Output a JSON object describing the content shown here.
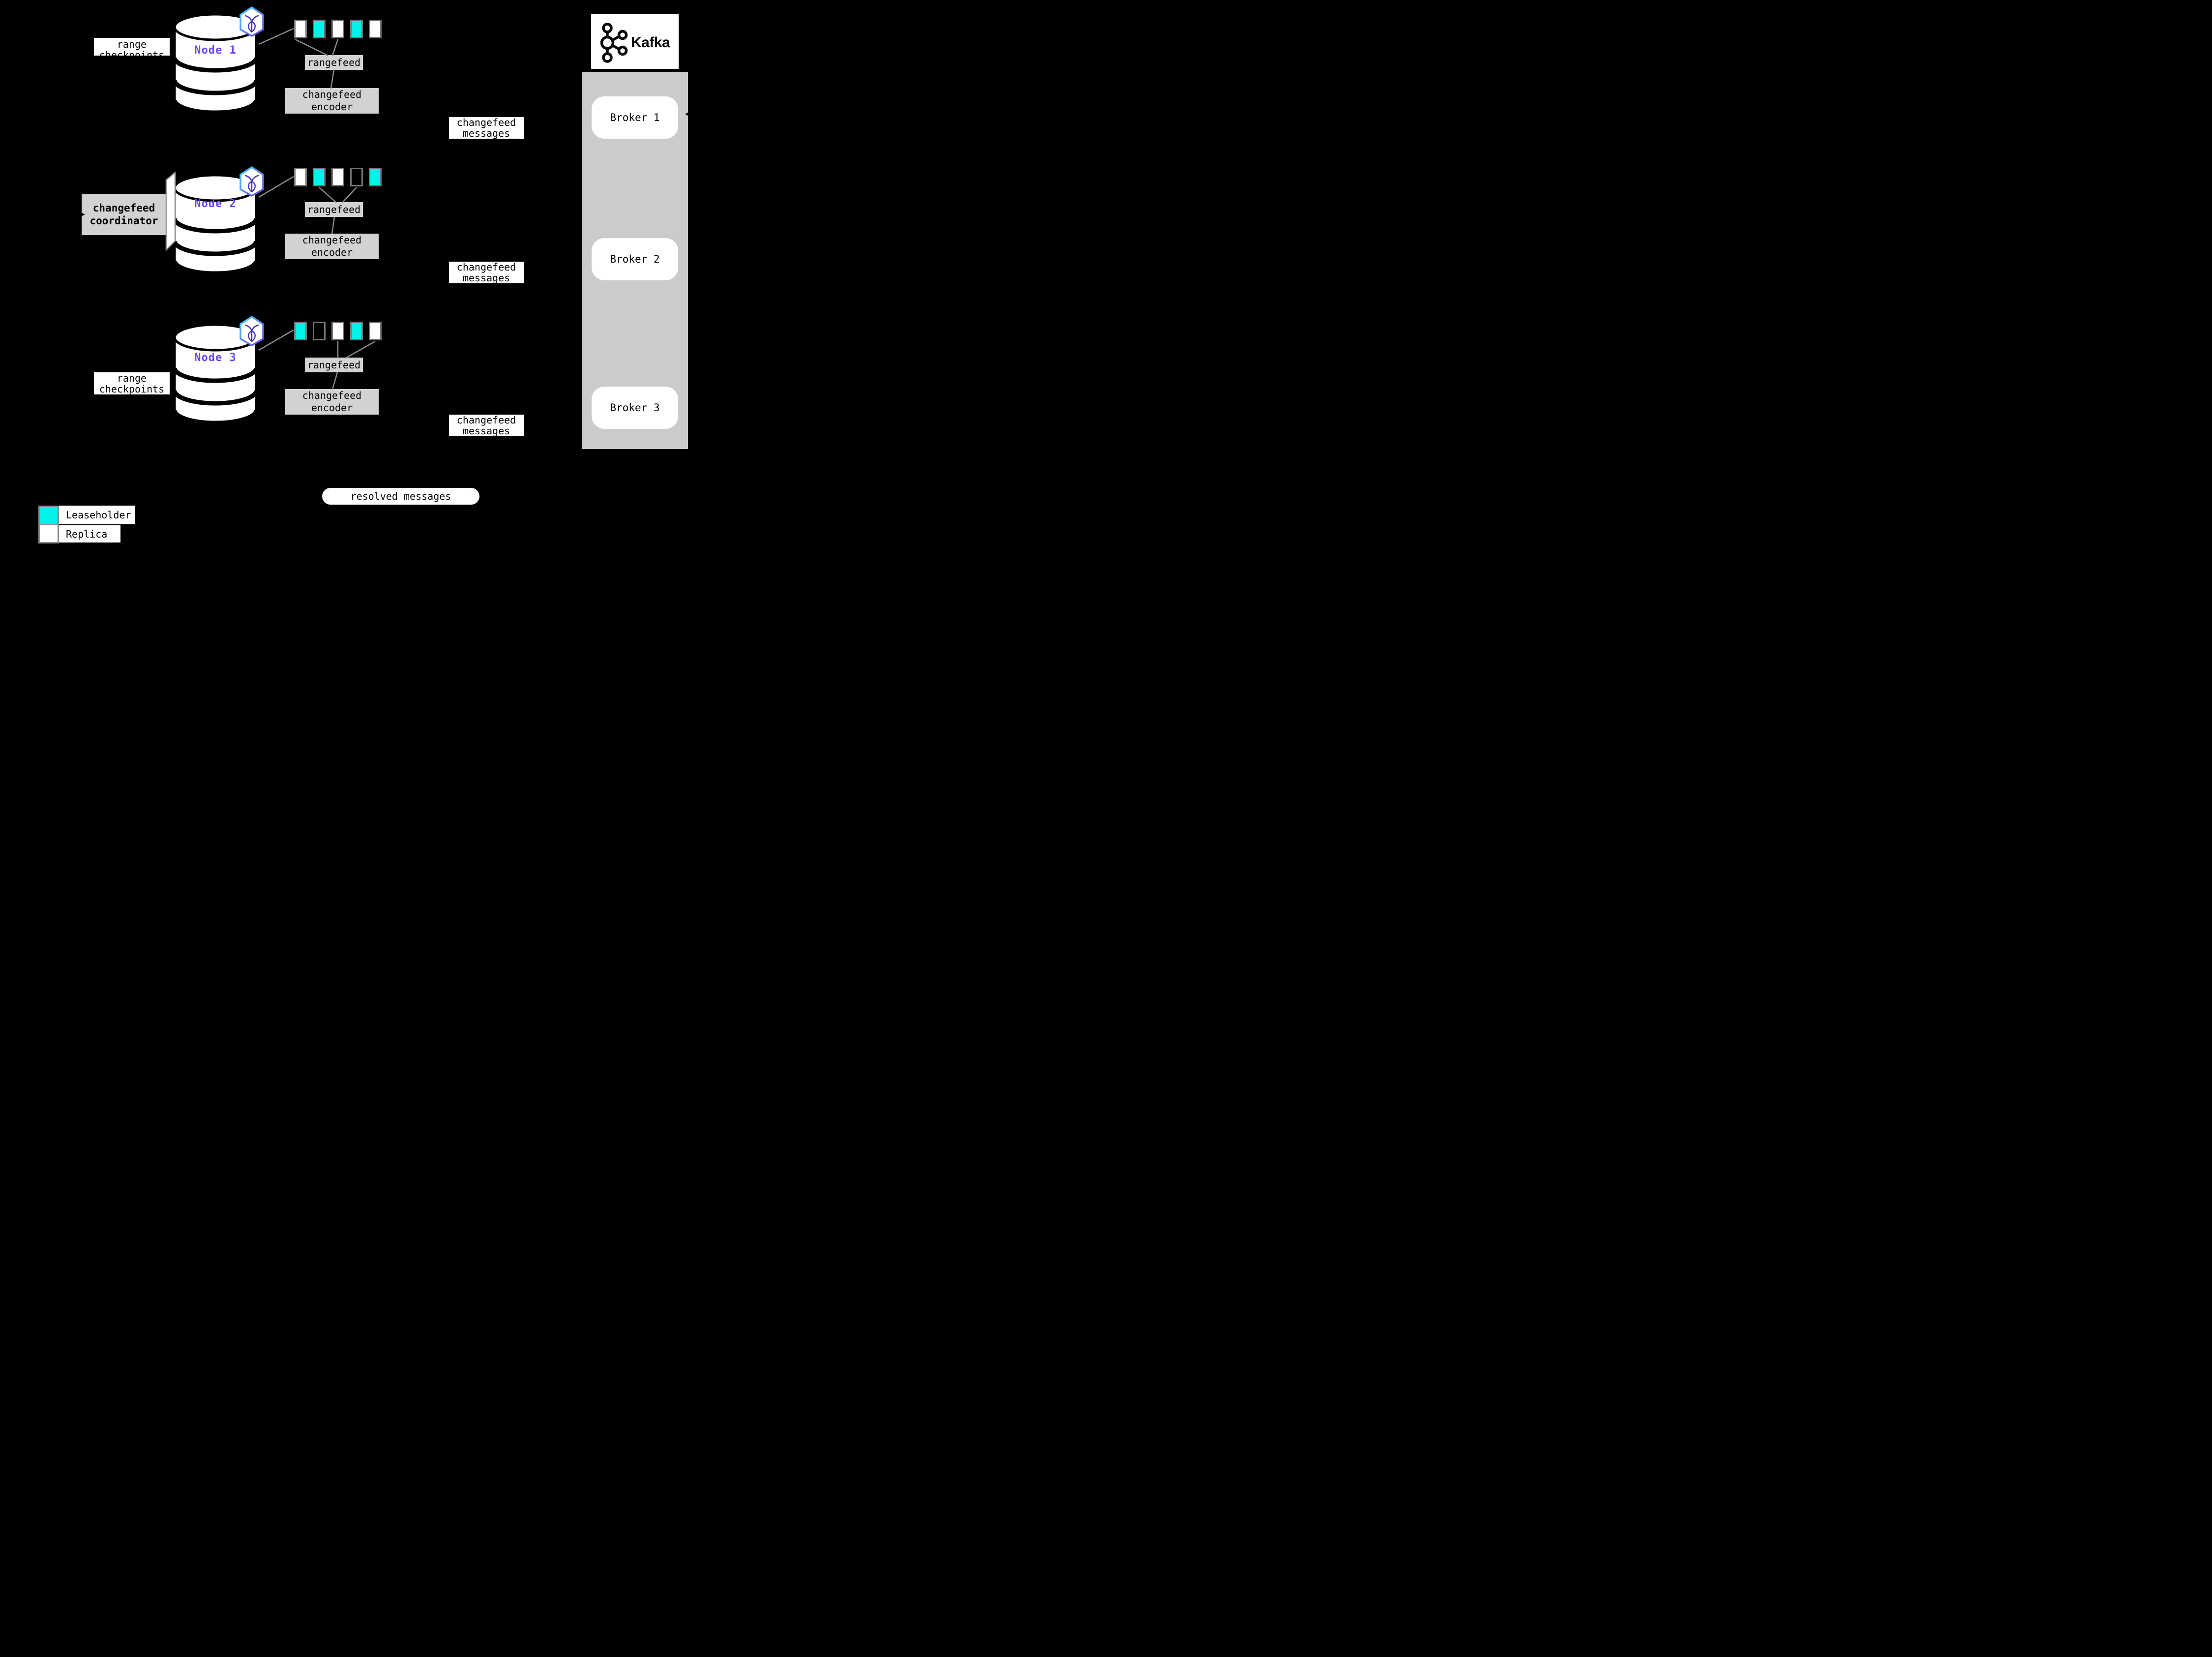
{
  "colors": {
    "background": "#000000",
    "leaseholder_cyan": "#00f2ea",
    "replica_white": "#ffffff",
    "node_label_purple": "#6b46f2",
    "panel_gray": "#d2d2d2",
    "kafka_container_gray": "#cbcbcb"
  },
  "nodes": [
    {
      "label": "Node 1",
      "rangefeed": "rangefeed",
      "encoder": "changefeed encoder",
      "ranges": [
        "replica",
        "leaseholder",
        "replica",
        "leaseholder",
        "replica"
      ]
    },
    {
      "label": "Node 2",
      "rangefeed": "rangefeed",
      "encoder": "changefeed encoder",
      "ranges": [
        "replica",
        "leaseholder",
        "replica",
        "empty",
        "leaseholder"
      ]
    },
    {
      "label": "Node 3",
      "rangefeed": "rangefeed",
      "encoder": "changefeed encoder",
      "ranges": [
        "leaseholder",
        "empty",
        "replica",
        "leaseholder",
        "replica"
      ]
    }
  ],
  "labels": {
    "range_checkpoints_top": "range checkpoints",
    "range_checkpoints_bottom": "range checkpoints",
    "coordinator": "changefeed coordinator",
    "resolved_messages": "resolved messages"
  },
  "messages": {
    "m1": "changefeed messages",
    "m2": "changefeed messages",
    "m3": "changefeed messages"
  },
  "kafka": {
    "wordmark": "Kafka",
    "brokers": [
      "Broker 1",
      "Broker 2",
      "Broker 3"
    ]
  },
  "legend": {
    "leaseholder": "Leaseholder",
    "replica": "Replica"
  },
  "icons": {
    "node_badge": "cockroachdb-icon",
    "kafka_logo": "kafka-logo-icon"
  }
}
